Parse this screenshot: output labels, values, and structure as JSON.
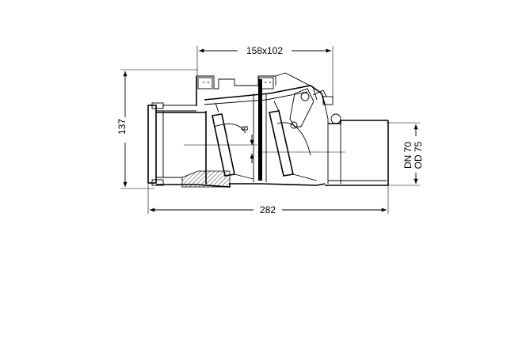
{
  "drawing": {
    "dimensions": {
      "width_top": "158x102",
      "height_left": "137",
      "length_bottom": "282",
      "offset_center": "8",
      "dn_label": "DN 70",
      "od_label": "OD 75"
    }
  }
}
